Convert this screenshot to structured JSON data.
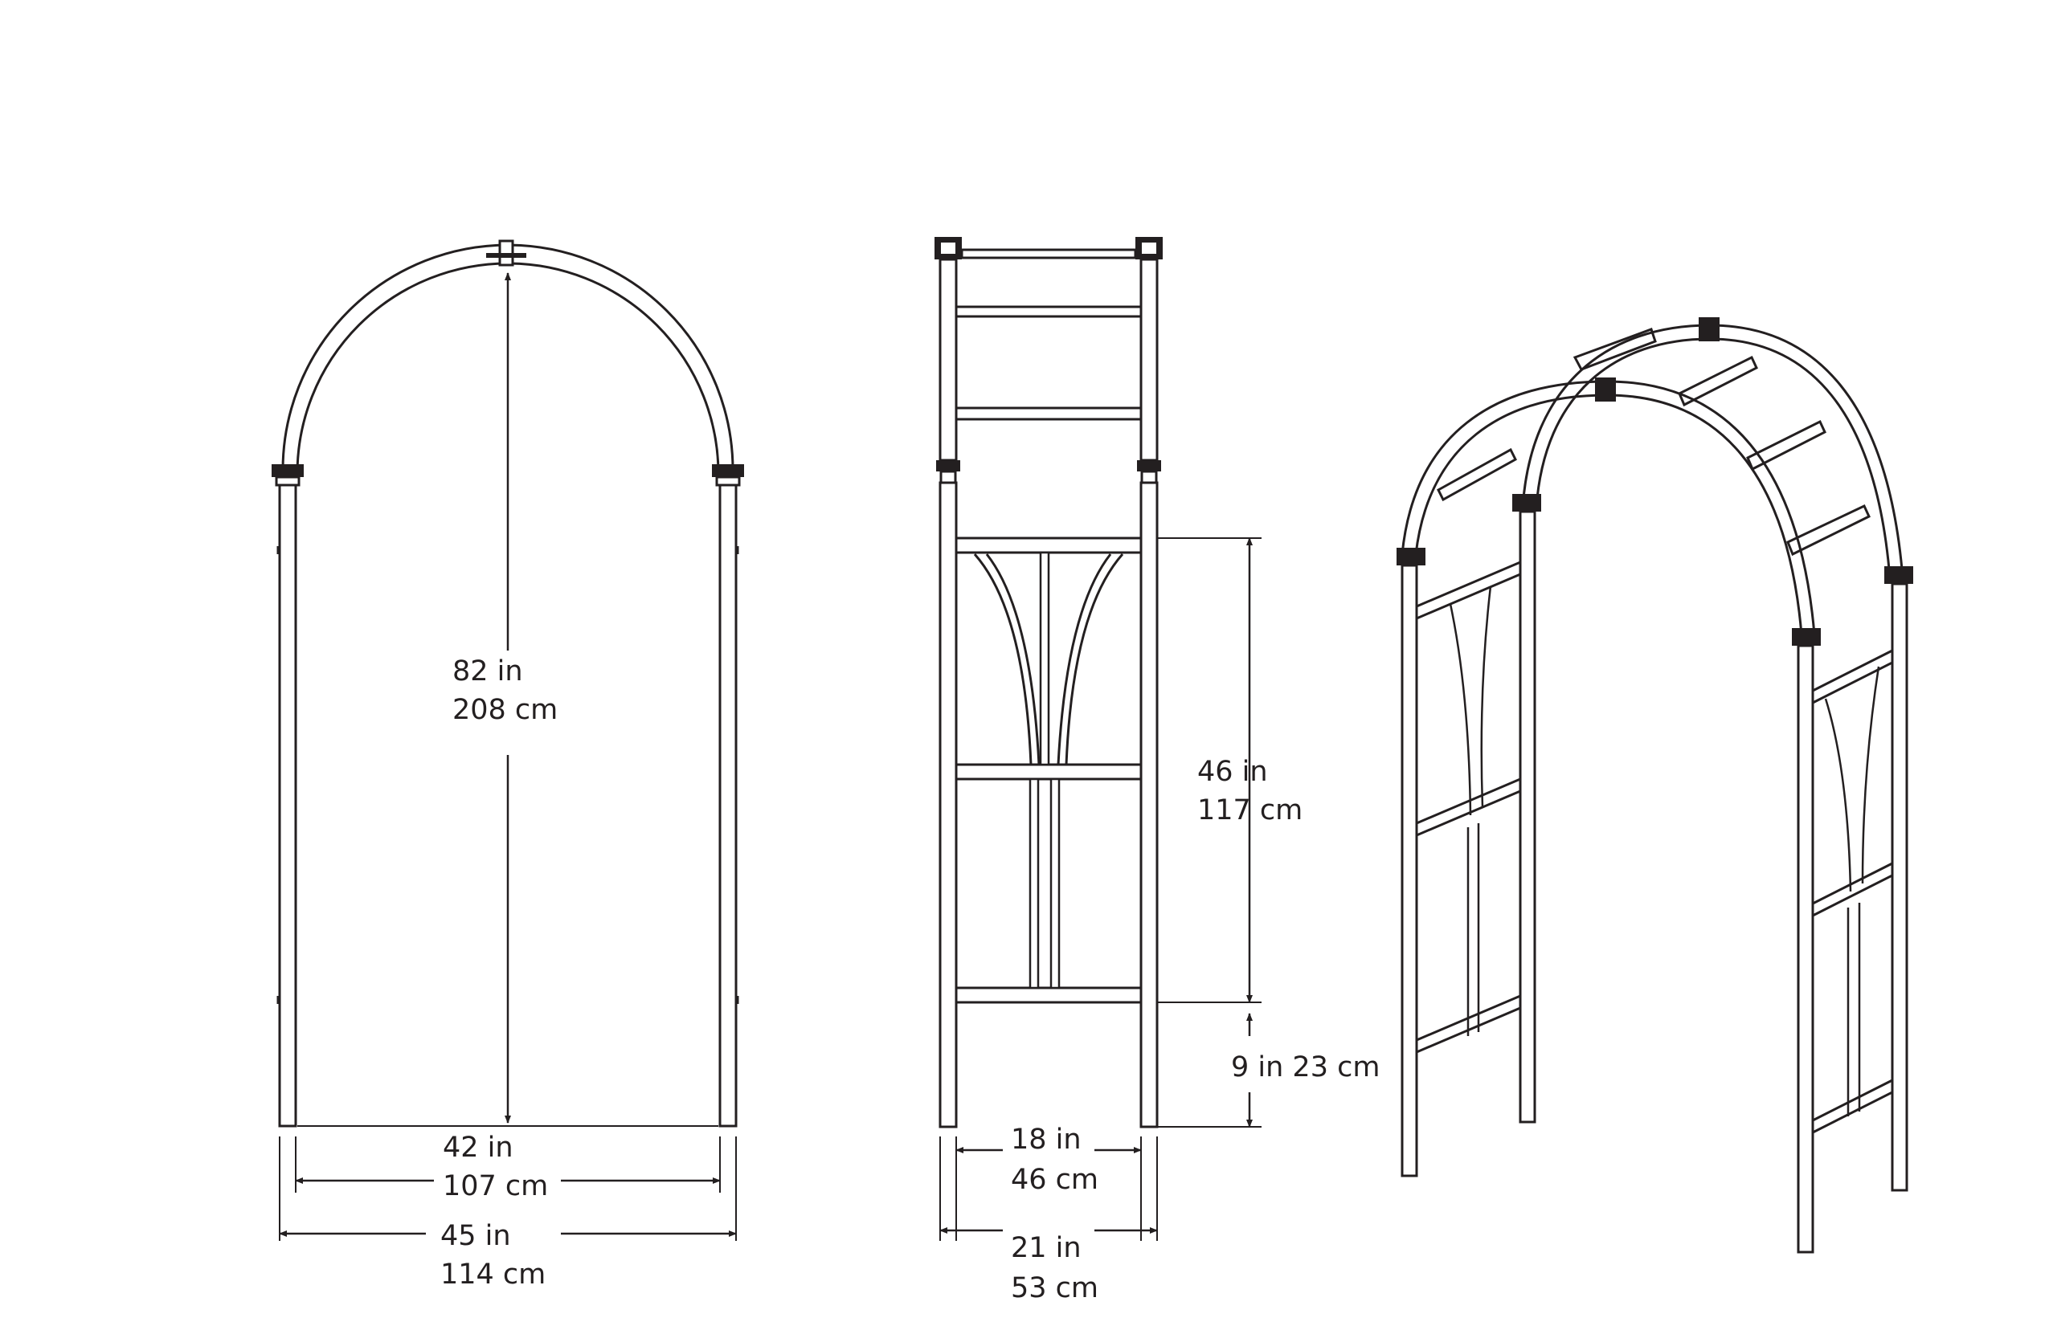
{
  "front_view": {
    "height_in": "82 in",
    "height_cm": "208 cm",
    "inner_width_in": "42 in",
    "inner_width_cm": "107 cm",
    "outer_width_in": "45 in",
    "outer_width_cm": "114 cm"
  },
  "side_view": {
    "panel_height_in": "46 in",
    "panel_height_cm": "117 cm",
    "ground_clearance": "9 in 23 cm",
    "inner_depth_in": "18 in",
    "inner_depth_cm": "46 cm",
    "outer_depth_in": "21 in",
    "outer_depth_cm": "53 cm"
  },
  "colors": {
    "line": "#231f20",
    "background": "#ffffff"
  }
}
